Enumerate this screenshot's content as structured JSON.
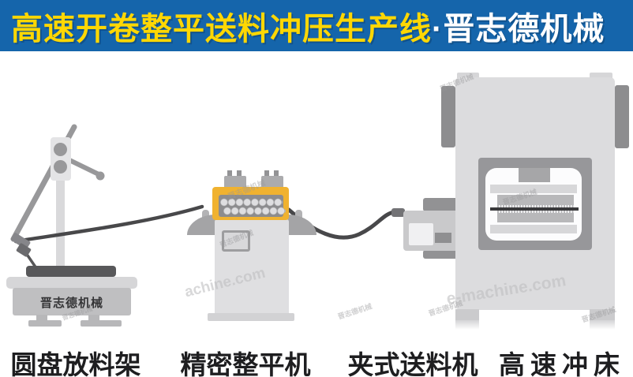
{
  "header": {
    "title_main": "高速开卷整平送料冲压生产线",
    "title_brand": "·晋志德机械"
  },
  "machines": {
    "decoiler": {
      "label": "圆盘放料架",
      "badge": "晋志德机械"
    },
    "leveler": {
      "label": "精密整平机"
    },
    "feeder": {
      "label": "夹式送料机"
    },
    "press": {
      "label": "高速冲床"
    }
  },
  "watermarks": {
    "brand": "晋志德机械",
    "site_short": "achine.com",
    "site": "e-machine.com"
  },
  "colors": {
    "banner_bg": "#1565ab",
    "title_yellow": "#ffd703",
    "title_white": "#ffffff",
    "machine_yellow": "#f0b230",
    "strip_dark": "#48484a",
    "label_text": "#1e1e20"
  }
}
